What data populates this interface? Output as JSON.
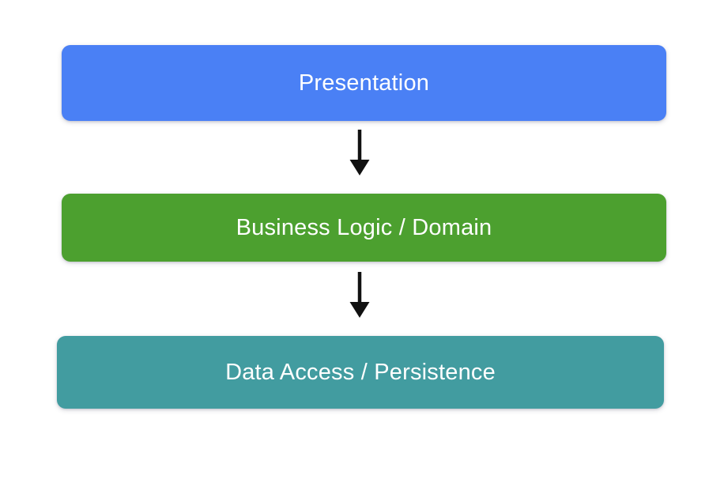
{
  "diagram": {
    "type": "layered-architecture-flow",
    "background_color": "#ffffff",
    "orientation": "top-to-bottom",
    "layers": [
      {
        "id": "presentation",
        "label": "Presentation",
        "color": "#4a80f5",
        "text_color": "#ffffff"
      },
      {
        "id": "business-logic",
        "label": "Business Logic / Domain",
        "color": "#4ca02f",
        "text_color": "#ffffff"
      },
      {
        "id": "data-access",
        "label": "Data Access / Persistence",
        "color": "#429ca0",
        "text_color": "#ffffff"
      }
    ],
    "connectors": [
      {
        "id": "presentation-to-business",
        "from": "presentation",
        "to": "business-logic",
        "icon": "down-arrow-icon",
        "color": "#111111",
        "label": ""
      },
      {
        "id": "business-to-data",
        "from": "business-logic",
        "to": "data-access",
        "icon": "down-arrow-icon",
        "color": "#111111",
        "label": ""
      }
    ]
  }
}
